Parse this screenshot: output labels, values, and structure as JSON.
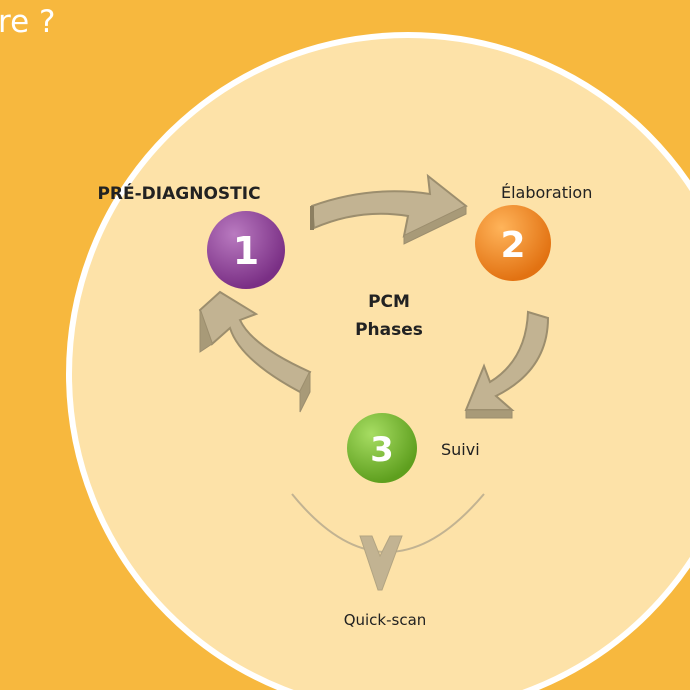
{
  "header": {
    "partial_title": "re ?"
  },
  "diagram": {
    "center_label": {
      "line1": "PCM",
      "line2": "Phases"
    },
    "phases": [
      {
        "number": "1",
        "label": "PRÉ-DIAGNOSTIC",
        "color": "#8e3f97"
      },
      {
        "number": "2",
        "label": "Élaboration",
        "color": "#f2871c"
      },
      {
        "number": "3",
        "label": "Suivi",
        "color": "#74b82c"
      }
    ],
    "exit": {
      "label": "Quick-scan"
    }
  },
  "colors": {
    "background": "#f7b83e",
    "circle_fill": "#fde2a8",
    "circle_border": "#ffffff",
    "arrow_fill": "#c2b392",
    "arrow_dark": "#9c8e6e"
  }
}
